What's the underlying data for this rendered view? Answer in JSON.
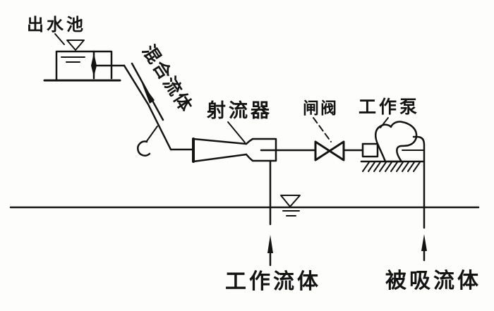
{
  "figure": {
    "background": "#fdfdfb",
    "ink": "#141414",
    "labels": {
      "outlet_pool": "出水池",
      "mixed_fluid": "混合流体",
      "jet_device": "射流器",
      "gate_valve": "闸阀",
      "working_pump": "工作泵",
      "working_fluid": "工作流体",
      "sucked_fluid": "被吸流体"
    }
  }
}
